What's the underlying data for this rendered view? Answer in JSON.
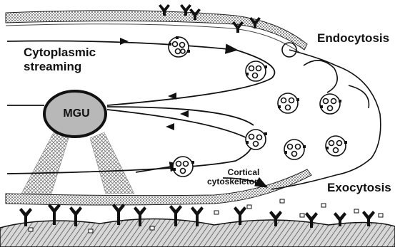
{
  "labels": {
    "cytoplasmic_streaming_line1": "Cytoplasmic",
    "cytoplasmic_streaming_line2": "streaming",
    "endocytosis": "Endocytosis",
    "exocytosis": "Exocytosis",
    "cortical_line1": "Cortical",
    "cortical_line2": "cytoskeleton",
    "mgu": "MGU"
  },
  "colors": {
    "ink": "#111111",
    "membrane_fill": "#bdbdbd",
    "wall_fill": "#555555",
    "background": "#ffffff"
  }
}
